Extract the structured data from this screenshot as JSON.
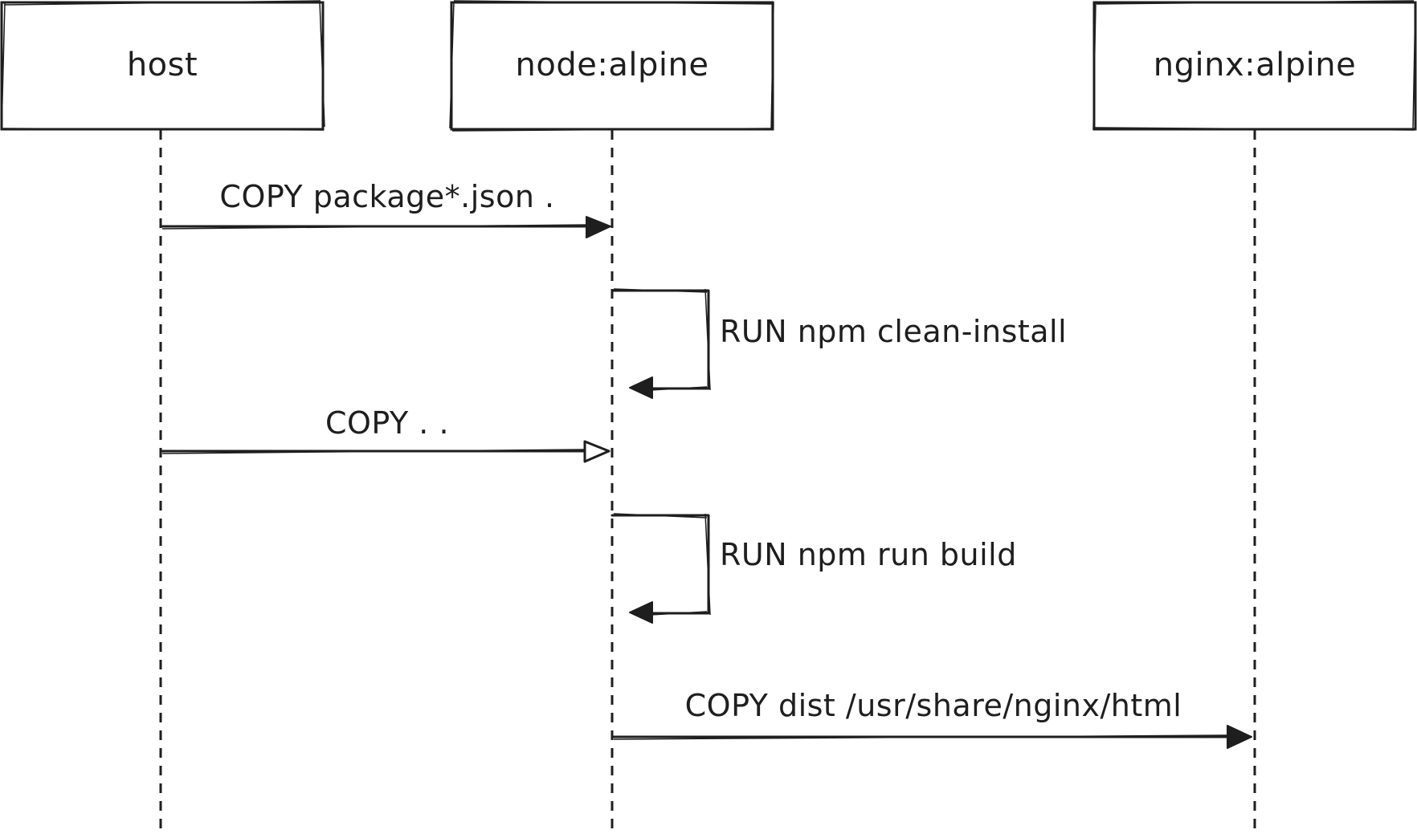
{
  "participants": [
    {
      "id": "host",
      "label": "host"
    },
    {
      "id": "node",
      "label": "node:alpine"
    },
    {
      "id": "nginx",
      "label": "nginx:alpine"
    }
  ],
  "messages": [
    {
      "from": "host",
      "to": "node",
      "label": "COPY package*.json .",
      "kind": "sync"
    },
    {
      "from": "node",
      "to": "node",
      "label": "RUN npm clean-install",
      "kind": "self"
    },
    {
      "from": "host",
      "to": "node",
      "label": "COPY . .",
      "kind": "async"
    },
    {
      "from": "node",
      "to": "node",
      "label": "RUN npm run build",
      "kind": "self"
    },
    {
      "from": "node",
      "to": "nginx",
      "label": "COPY dist /usr/share/nginx/html",
      "kind": "sync"
    }
  ]
}
